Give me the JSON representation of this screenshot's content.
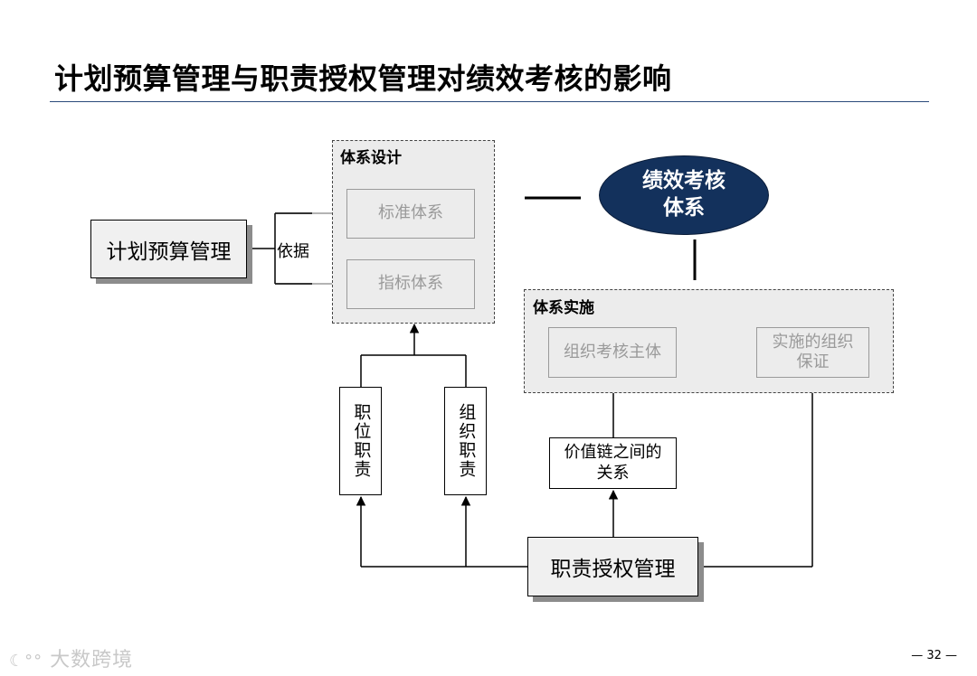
{
  "title": "计划预算管理与职责授权管理对绩效考核的影响",
  "nodes": {
    "plan_budget": "计划预算管理",
    "basis": "依据",
    "system_design": "体系设计",
    "standard_system": "标准体系",
    "indicator_system": "指标体系",
    "performance_system": "绩效考核\n体系",
    "system_implementation": "体系实施",
    "org_subject": "组织考核主体",
    "org_guarantee": "实施的组织\n保证",
    "position_duty": "职位职责",
    "org_duty": "组织职责",
    "value_chain": "价值链之间的\n关系",
    "duty_auth": "职责授权管理"
  },
  "colors": {
    "ellipse_fill": "#13315c",
    "title_rule": "#2a4a7a",
    "grey_text": "#9a9a9a",
    "group_fill": "#ececec",
    "shadow": "#8c8c8c"
  },
  "footer": {
    "logo": "大数跨境",
    "page": "— 32 —"
  }
}
